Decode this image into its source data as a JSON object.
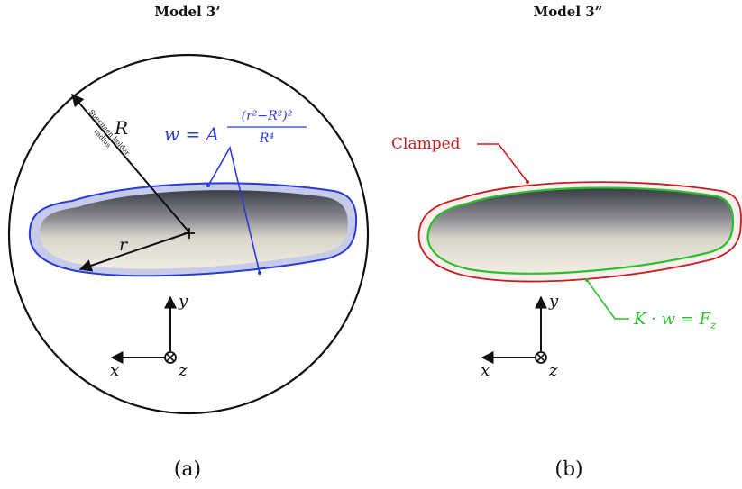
{
  "panel_a": {
    "title": "Model 3’",
    "caption": "(a)",
    "label_R": "R",
    "label_r": "r",
    "holder_label_line1": "Specimen holder",
    "holder_label_line2": "radius",
    "equation_lhs": "w = A",
    "equation_num": "(r²−R²)²",
    "equation_den": "R⁴",
    "axis_y": "y",
    "axis_x": "x",
    "axis_z": "z"
  },
  "panel_b": {
    "title": "Model 3”",
    "caption": "(b)",
    "clamped_label": "Clamped",
    "spring_label": "K · w = F",
    "spring_sub": "z",
    "axis_y": "y",
    "axis_x": "x",
    "axis_z": "z"
  },
  "colors": {
    "blue": "#2a3ad6",
    "red": "#c41f1f",
    "green": "#2bbf2b"
  }
}
